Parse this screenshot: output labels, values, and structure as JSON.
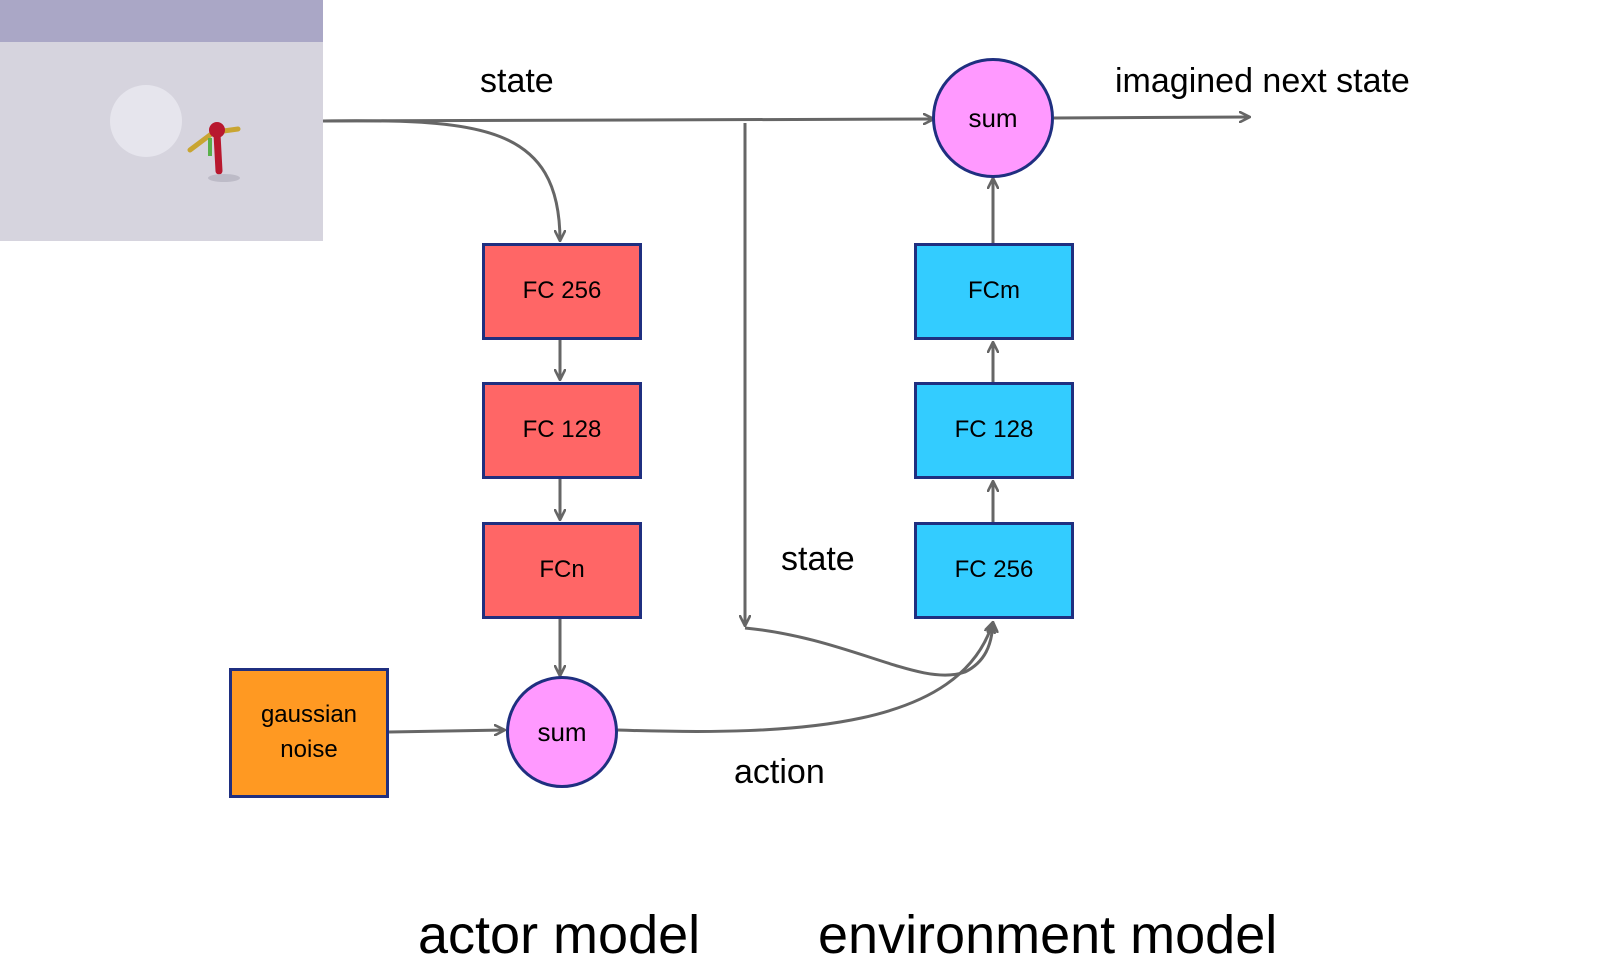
{
  "scene": {
    "icon": "environment-render-image"
  },
  "labels": {
    "state_top": "state",
    "imagined_next_state": "imagined next state",
    "state_mid": "state",
    "action": "action"
  },
  "actor": {
    "fc1": "FC 256",
    "fc2": "FC 128",
    "fc3": "FCn",
    "sum": "sum",
    "noise_line1": "gaussian",
    "noise_line2": "noise"
  },
  "environment": {
    "fc1": "FC 256",
    "fc2": "FC 128",
    "fc3": "FCm",
    "sum": "sum"
  },
  "captions": {
    "actor_model": "actor model",
    "environment_model": "environment model"
  },
  "colors": {
    "actor_block": "#ff6666",
    "environment_block": "#33ccff",
    "noise_block": "#ff9922",
    "sum_node": "#ff99ff",
    "border": "#1f2f80",
    "edge": "#666666"
  }
}
